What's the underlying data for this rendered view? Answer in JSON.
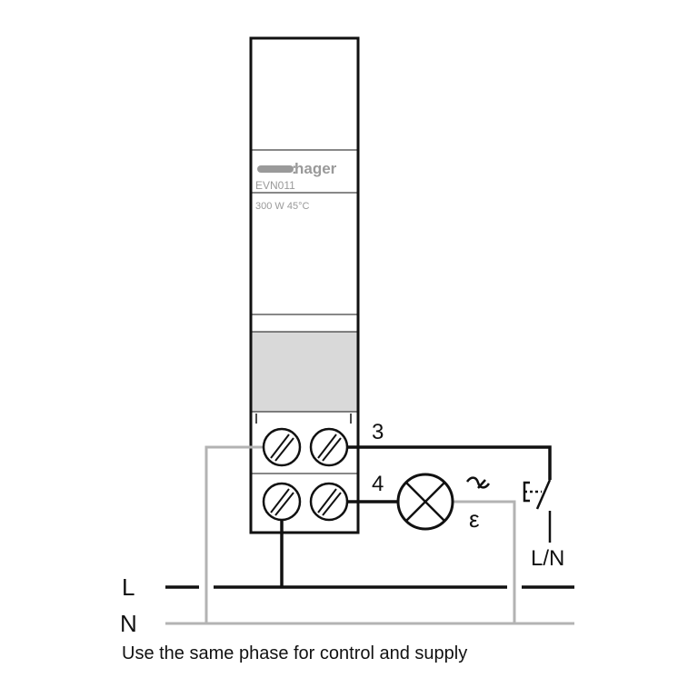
{
  "device": {
    "brand": "hager",
    "model": "EVN011",
    "rating": "300 W 45°C"
  },
  "terminals": {
    "t3": "3",
    "t4": "4"
  },
  "lines": {
    "live": "L",
    "neutral": "N"
  },
  "switch_label": "L/N",
  "caption": "Use the same phase for control and supply",
  "colors": {
    "wire_dark": "#111111",
    "wire_grey": "#b3b3b3",
    "module_window": "#d9d9d9",
    "brand_grey": "#9a9a9a"
  }
}
